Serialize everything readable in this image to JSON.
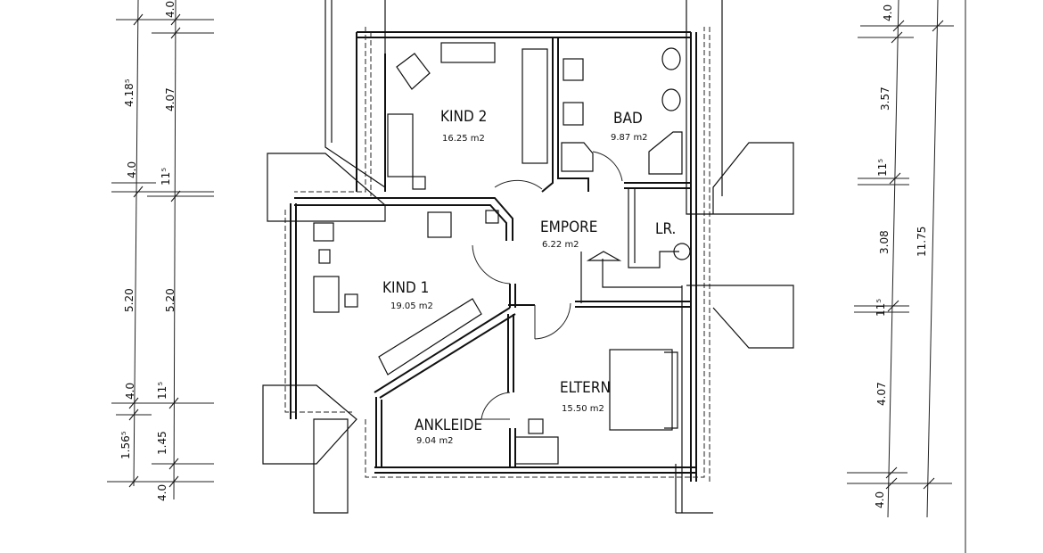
{
  "rooms": {
    "kind2": {
      "name": "KIND 2",
      "area": "16.25 m2"
    },
    "bad": {
      "name": "BAD",
      "area": "9.87 m2"
    },
    "empore": {
      "name": "EMPORE",
      "area": "6.22 m2"
    },
    "lr": {
      "name": "LR."
    },
    "kind1": {
      "name": "KIND 1",
      "area": "19.05 m2"
    },
    "eltern": {
      "name": "ELTERN",
      "area": "15.50 m2"
    },
    "ankleide": {
      "name": "ANKLEIDE",
      "area": "9.04 m2"
    }
  },
  "dimensions": {
    "left_outer": [
      "4.18⁵",
      "4.0",
      "5.20",
      "4.0",
      "1.56⁵"
    ],
    "left_inner": [
      "4.0",
      "4.07",
      "11⁵",
      "5.20",
      "11⁵",
      "1.45",
      "4.0"
    ],
    "right_inner": [
      "4.0",
      "3.57",
      "11⁵",
      "3.08",
      "11⁵",
      "4.07",
      "4.0"
    ],
    "right_total": "11.75"
  }
}
